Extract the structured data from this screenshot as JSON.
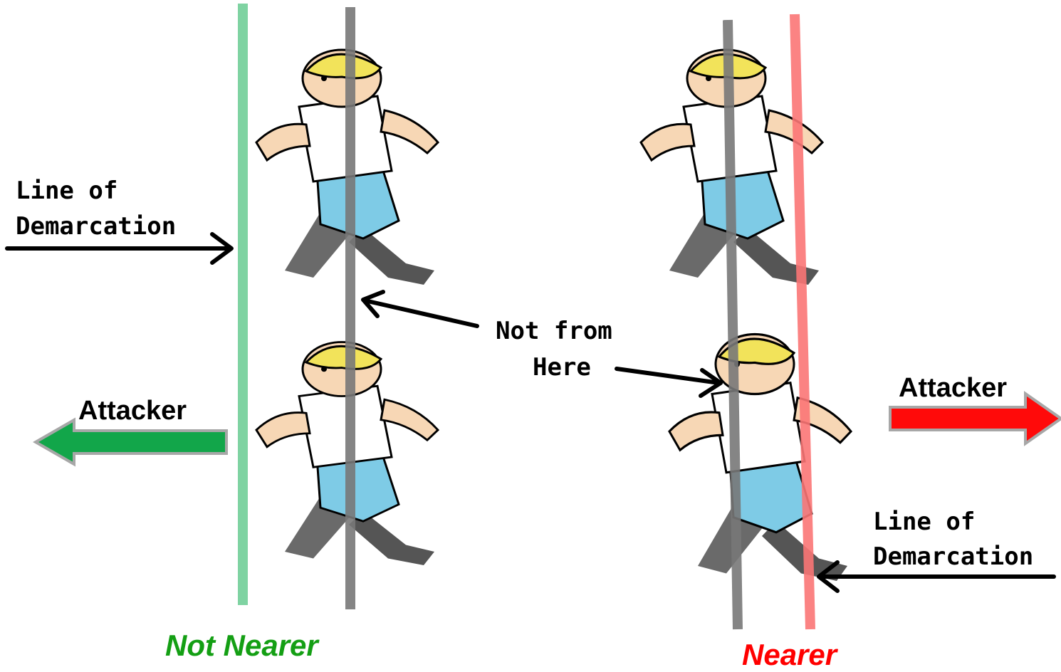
{
  "colors": {
    "not_nearer_line": "#7fd3a2",
    "nearer_line": "#fb7575",
    "middle_line": "#787878",
    "attacker_left_arrow": "#12a64a",
    "attacker_right_arrow": "#ff0a0a",
    "arrow_outline": "#a7a7a7",
    "not_nearer_text": "#149f14",
    "nearer_text": "#ff0000",
    "skin_light": "#f7d7b5",
    "skin_dark": "#8a5230",
    "hair_blond": "#f2e35a",
    "hair_brown": "#6b3c1f",
    "shirt_white": "#ffffff",
    "shirt_red": "#e8562a",
    "shorts_blue": "#7ecbe6"
  },
  "left_panel": {
    "demarcation_label_line1": "Line of",
    "demarcation_label_line2": "Demarcation",
    "attacker_label": "Attacker",
    "caption": "Not Nearer"
  },
  "center": {
    "callout_line1": "Not from",
    "callout_line2": "Here"
  },
  "right_panel": {
    "attacker_label": "Attacker",
    "demarcation_label_line1": "Line of",
    "demarcation_label_line2": "Demarcation",
    "caption": "Nearer"
  },
  "icons": [
    "soccer-player-icon",
    "arrow-right-icon",
    "arrow-left-icon",
    "block-arrow-icon"
  ]
}
